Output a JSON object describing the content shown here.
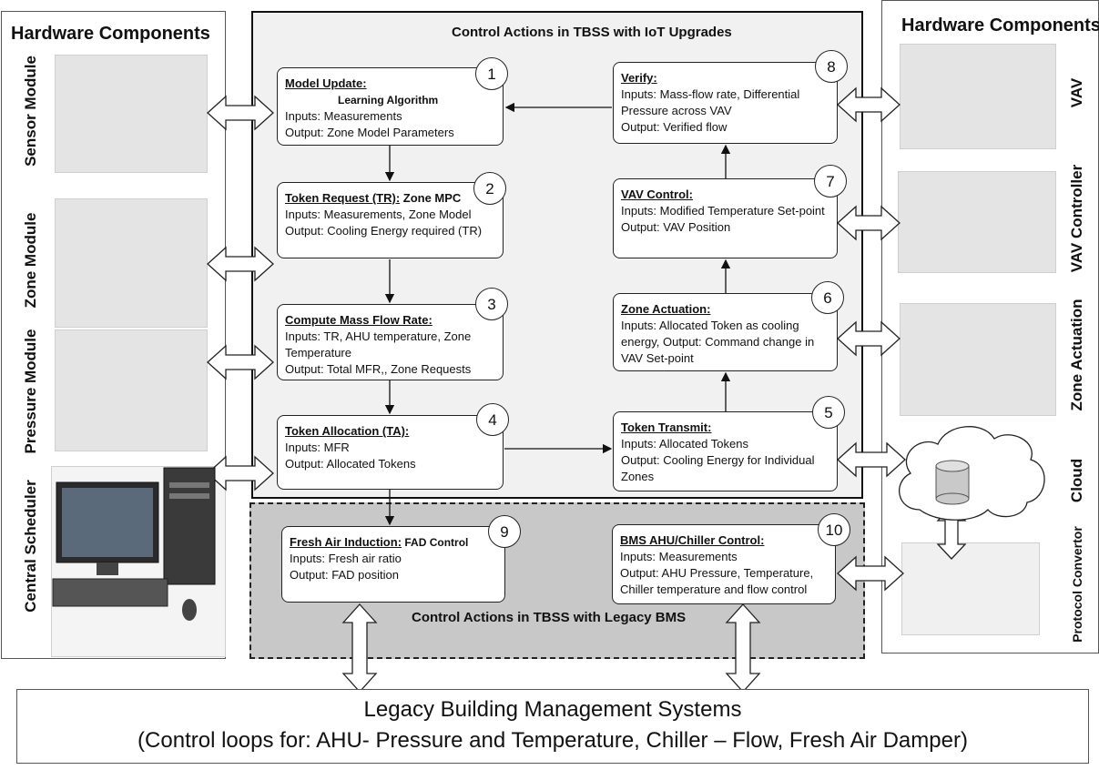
{
  "left_panel": {
    "title": "Hardware Components",
    "modules": [
      "Sensor Module",
      "Zone Module",
      "Pressure Module",
      "Central Scheduler"
    ]
  },
  "right_panel": {
    "title": "Hardware Components",
    "modules": [
      "VAV",
      "VAV Controller",
      "Zone Actuation",
      "Cloud",
      "Protocol Convertor"
    ]
  },
  "iot_area": {
    "title": "Control Actions in TBSS with IoT Upgrades"
  },
  "legacy_area": {
    "title": "Control Actions in TBSS with Legacy BMS"
  },
  "steps": [
    {
      "num": "1",
      "title": "Model Update:",
      "title_suffix": "",
      "subtitle": "Learning Algorithm",
      "lines": [
        "Inputs: Measurements",
        "Output: Zone Model Parameters"
      ]
    },
    {
      "num": "2",
      "title": "Token Request (TR):",
      "title_suffix": " Zone MPC",
      "subtitle": "",
      "lines": [
        "Inputs: Measurements, Zone Model",
        "Output: Cooling Energy required (TR)"
      ]
    },
    {
      "num": "3",
      "title": "Compute Mass Flow Rate:",
      "title_suffix": "",
      "subtitle": "",
      "lines": [
        "Inputs: TR, AHU temperature, Zone Temperature",
        "Output: Total MFR,, Zone Requests"
      ]
    },
    {
      "num": "4",
      "title": "Token Allocation (TA):",
      "title_suffix": "",
      "subtitle": "",
      "lines": [
        "Inputs: MFR",
        "Output: Allocated Tokens"
      ]
    },
    {
      "num": "5",
      "title": "Token Transmit:",
      "title_suffix": "",
      "subtitle": "",
      "lines": [
        "Inputs: Allocated Tokens",
        "Output: Cooling Energy for Individual Zones"
      ]
    },
    {
      "num": "6",
      "title": "Zone Actuation:",
      "title_suffix": "",
      "subtitle": "",
      "lines": [
        "Inputs: Allocated Token as cooling energy, Output: Command change in VAV Set-point"
      ]
    },
    {
      "num": "7",
      "title": "VAV Control:",
      "title_suffix": "",
      "subtitle": "",
      "lines": [
        "Inputs:  Modified Temperature Set-point",
        "Output: VAV Position"
      ]
    },
    {
      "num": "8",
      "title": "Verify:",
      "title_suffix": "",
      "subtitle": "",
      "lines": [
        "Inputs:  Mass-flow rate, Differential Pressure across VAV",
        "Output: Verified flow"
      ]
    },
    {
      "num": "9",
      "title": "Fresh Air Induction:",
      "title_suffix": " FAD Control",
      "subtitle": "",
      "lines": [
        "Inputs: Fresh air ratio",
        "Output: FAD position"
      ]
    },
    {
      "num": "10",
      "title": "BMS AHU/Chiller Control:",
      "title_suffix": "",
      "subtitle": "",
      "lines": [
        "Inputs: Measurements",
        "Output: AHU Pressure, Temperature, Chiller temperature and flow control"
      ]
    }
  ],
  "legacy_bms": {
    "line1": "Legacy Building Management Systems",
    "line2": "(Control loops for: AHU- Pressure and Temperature, Chiller – Flow, Fresh Air Damper)"
  }
}
